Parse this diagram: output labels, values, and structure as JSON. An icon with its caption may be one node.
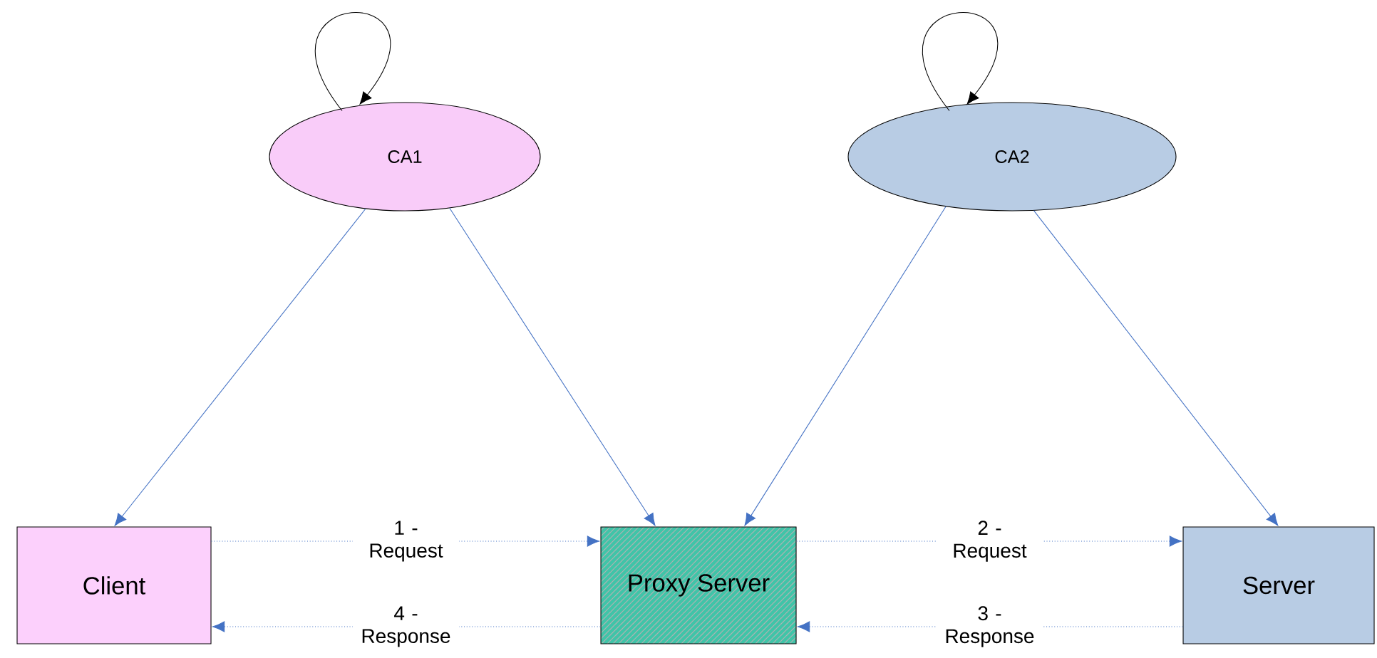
{
  "diagram": {
    "nodes": [
      {
        "text": [
          "CA1"
        ]
      },
      {
        "text": [
          "CA2"
        ]
      },
      {
        "text": [
          "Client"
        ]
      },
      {
        "text": [
          "Proxy Server"
        ]
      },
      {
        "text": [
          "Server"
        ]
      }
    ],
    "edges": [
      {
        "from": 0,
        "to": 0,
        "arrow": "to",
        "color": "#000000"
      },
      {
        "from": 1,
        "to": 1,
        "arrow": "to",
        "color": "#000000"
      },
      {
        "from": 0,
        "to": 2,
        "arrow": "to"
      },
      {
        "from": 0,
        "to": 3,
        "arrow": "to"
      },
      {
        "from": 1,
        "to": 3,
        "arrow": "to"
      },
      {
        "from": 1,
        "to": 4,
        "arrow": "to"
      },
      {
        "from": 2,
        "to": 3,
        "arrow": "to",
        "style": "dashed",
        "label": "1 - Request"
      },
      {
        "from": 3,
        "to": 4,
        "arrow": "to",
        "style": "dashed",
        "label": "2 - Request"
      },
      {
        "from": 4,
        "to": 3,
        "arrow": "to",
        "style": "dashed",
        "label": "3 - Response"
      },
      {
        "from": 3,
        "to": 2,
        "arrow": "to",
        "style": "dashed",
        "label": "4 - Response"
      }
    ]
  }
}
